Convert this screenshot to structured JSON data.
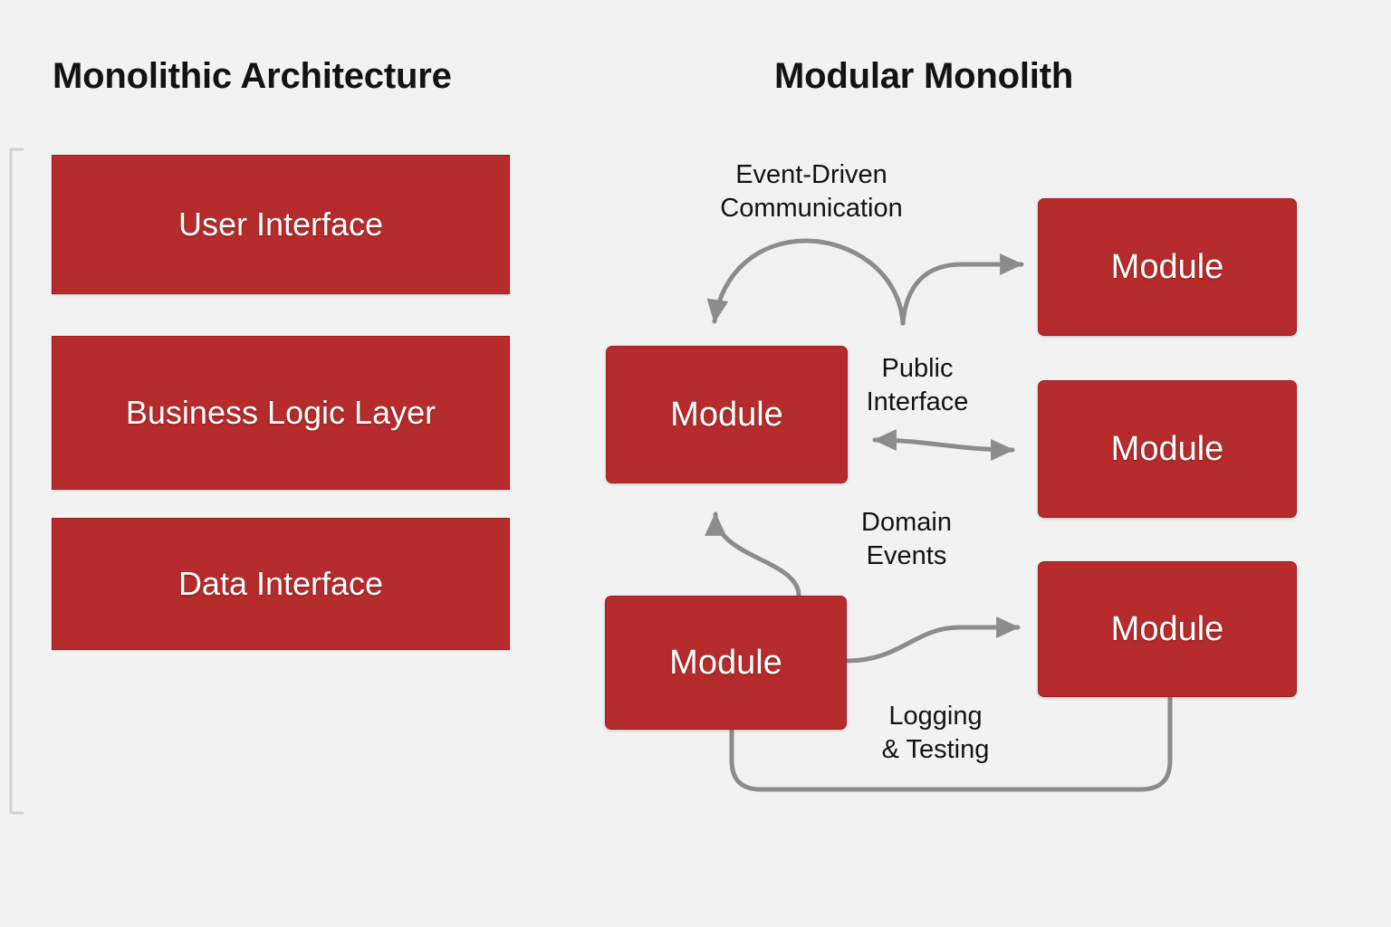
{
  "page": {
    "background_color": "#f2f2f2",
    "accent_color": "#b62b2b",
    "arrow_color": "#8c8c8c",
    "text_color": "#131313",
    "box_text_color": "#ffffff"
  },
  "left_panel": {
    "title": "Monolithic Architecture",
    "bracket": "left-brace-bracket",
    "layers": [
      {
        "label": "User Interface"
      },
      {
        "label": "Business Logic\nLayer"
      },
      {
        "label": "Data Interface"
      }
    ]
  },
  "right_panel": {
    "title": "Modular Monolith",
    "modules": [
      {
        "id": "module-center-left",
        "label": "Module"
      },
      {
        "id": "module-bottom-left",
        "label": "Module"
      },
      {
        "id": "module-top-right",
        "label": "Module"
      },
      {
        "id": "module-middle-right",
        "label": "Module"
      },
      {
        "id": "module-bottom-right",
        "label": "Module"
      }
    ],
    "edge_labels": [
      {
        "id": "event-driven-communication",
        "text": "Event-Driven\nCommunication"
      },
      {
        "id": "public-interface",
        "text": "Public\nInterface"
      },
      {
        "id": "domain-events",
        "text": "Domain\nEvents"
      },
      {
        "id": "logging-and-testing",
        "text": "Logging\n& Testing"
      }
    ],
    "connectors": [
      {
        "id": "event-fanout-left-arrow",
        "arrowheads": "end"
      },
      {
        "id": "event-fanout-right-arrow",
        "arrowheads": "end"
      },
      {
        "id": "public-interface-bidirectional-arrow",
        "arrowheads": "both"
      },
      {
        "id": "domain-events-arrow",
        "arrowheads": "end"
      },
      {
        "id": "logging-arrow",
        "arrowheads": "end"
      },
      {
        "id": "testing-loop-line",
        "arrowheads": "none"
      }
    ]
  }
}
